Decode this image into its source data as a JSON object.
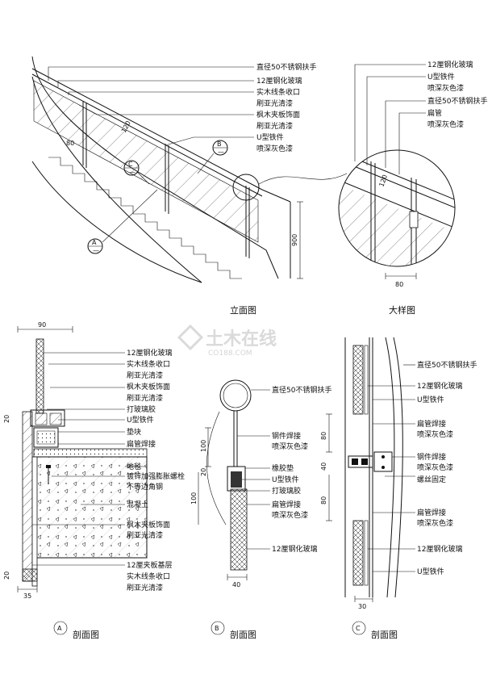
{
  "elevation": {
    "labels": [
      "直径50不锈钢扶手",
      "12厘钢化玻璃",
      "实木线条收口",
      "刷亚光清漆",
      "枫木夹板饰面",
      "刷亚光清漆",
      "U型铁件",
      "喷深灰色漆"
    ],
    "dims": {
      "d120": "120",
      "d80": "80",
      "d900": "900"
    },
    "callouts": {
      "a": "A",
      "b": "B",
      "c": "C"
    },
    "caption": "立面图"
  },
  "detail": {
    "labels": [
      "12厘钢化玻璃",
      "U型铁件",
      "喷深灰色漆",
      "直径50不锈钢扶手",
      "扁管",
      "喷深灰色漆"
    ],
    "dims": {
      "d120": "120",
      "d80": "80"
    },
    "caption": "大样图"
  },
  "section_a": {
    "labels": [
      "12厘钢化玻璃",
      "实木线条收口",
      "刷亚光清漆",
      "枫木夹板饰面",
      "刷亚光清漆",
      "打玻璃胶",
      "U型铁件",
      "垫块",
      "扁管焊接",
      "地毯",
      "镀锌加强膨胀螺栓",
      "不等边角钢",
      "混凝土",
      "枫木夹板饰面",
      "刷亚光清漆",
      "12厘夹板基层",
      "实木线条收口",
      "刷亚光清漆"
    ],
    "dims": {
      "d90": "90",
      "d20a": "20",
      "d20b": "20",
      "d35": "35"
    },
    "callout": "A",
    "caption": "剖面图"
  },
  "section_b": {
    "labels": [
      "直径50不锈钢扶手",
      "钢件焊接",
      "喷深灰色漆",
      "橡胶垫",
      "U型铁件",
      "打玻璃胶",
      "扁管焊接",
      "喷深灰色漆",
      "12厘钢化玻璃"
    ],
    "dims": {
      "d100a": "100",
      "d20": "20",
      "d100b": "100",
      "d40": "40"
    },
    "callout": "B",
    "caption": "剖面图"
  },
  "section_c": {
    "labels": [
      "直径50不锈钢扶手",
      "12厘钢化玻璃",
      "U型铁件",
      "扁管焊接",
      "喷深灰色漆",
      "钢件焊接",
      "喷深灰色漆",
      "螺丝固定",
      "扁管焊接",
      "喷深灰色漆",
      "12厘钢化玻璃",
      "U型铁件"
    ],
    "dims": {
      "d80a": "80",
      "d40": "40",
      "d80b": "80",
      "d30": "30"
    },
    "callout": "C",
    "caption": "剖面图"
  },
  "watermark": {
    "text": "土木在线",
    "sub": "CO188.COM"
  }
}
